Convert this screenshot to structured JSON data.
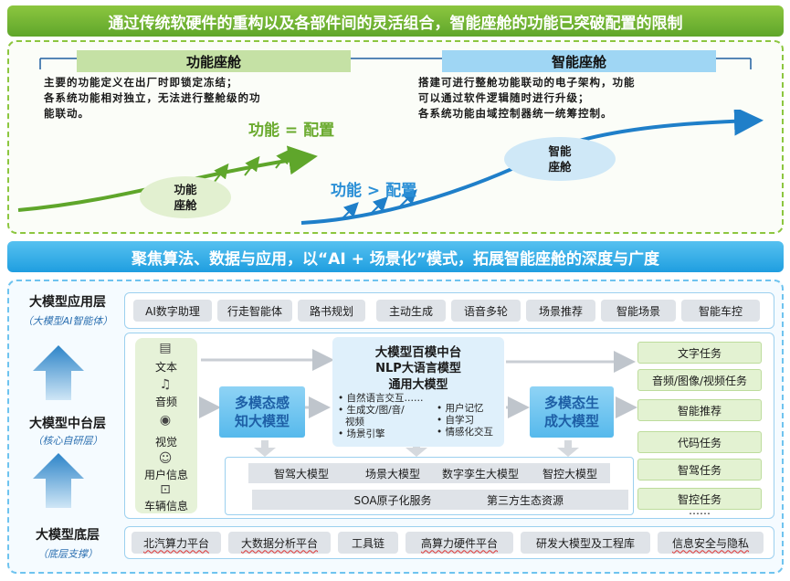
{
  "top_banner": "通过传统软硬件的重构以及各部件间的灵活组合，智能座舱的功能已突破配置的限制",
  "functional": {
    "title": "功能座舱",
    "desc_lines": [
      "主要的功能定义在出厂时即锁定冻结；",
      "各系统功能相对独立，无法进行整舱级的功",
      "能联动。"
    ],
    "formula": "功能 = 配置",
    "bubble": [
      "功能",
      "座舱"
    ]
  },
  "smart": {
    "title": "智能座舱",
    "desc_lines": [
      "搭建可进行整舱功能联动的电子架构，功能",
      "可以通过软件逻辑随时进行升级；",
      "各系统功能由域控制器统一统筹控制。"
    ],
    "formula": "功能 > 配置",
    "bubble": [
      "智能",
      "座舱"
    ]
  },
  "mid_banner": "聚焦算法、数据与应用，以“AI + 场景化”模式，拓展智能座舱的深度与广度",
  "layers": {
    "app": {
      "name": "大模型应用层",
      "sub": "（大模型AI智能体）"
    },
    "mid": {
      "name": "大模型中台层",
      "sub": "（核心自研层）"
    },
    "base": {
      "name": "大模型底层",
      "sub": "（底层支撑）"
    }
  },
  "app_chips": [
    "AI数字助理",
    "行走智能体",
    "路书规划",
    "主动生成",
    "语音多轮",
    "场景推荐",
    "智能场景",
    "智能车控"
  ],
  "inputs": [
    "文本",
    "音频",
    "视觉",
    "用户信息",
    "车辆信息"
  ],
  "perception_model": [
    "多模态感",
    "知大模型"
  ],
  "center": {
    "title1": "大模型百模中台",
    "title2": "NLP大语言模型",
    "title3": "通用大模型",
    "left_bullets": [
      "• 自然语言交互……",
      "• 生成文/图/音/",
      "  视频",
      "• 场景引擎"
    ],
    "right_bullets": [
      "• 用户记忆",
      "• 自学习",
      "• 情感化交互"
    ]
  },
  "generation_model": [
    "多模态生",
    "成大模型"
  ],
  "sub_models": [
    "智驾大模型",
    "场景大模型",
    "数字孪生大模型",
    "智控大模型"
  ],
  "services": [
    "SOA原子化服务",
    "第三方生态资源"
  ],
  "tasks": [
    "文字任务",
    "音频/图像/视频任务",
    "智能推荐",
    "代码任务",
    "智驾任务",
    "智控任务"
  ],
  "tasks_more": "……",
  "base_chips": [
    "北汽算力平台",
    "大数据分析平台",
    "工具链",
    "高算力硬件平台",
    "研发大模型及工程库",
    "信息安全与隐私"
  ],
  "colors": {
    "green": "#8cc63f",
    "blue": "#1f9ee0",
    "model_text": "#1e5fa6"
  },
  "icons": [
    "text-doc-icon",
    "audio-icon",
    "vision-eye-icon",
    "user-info-icon",
    "vehicle-icon"
  ]
}
